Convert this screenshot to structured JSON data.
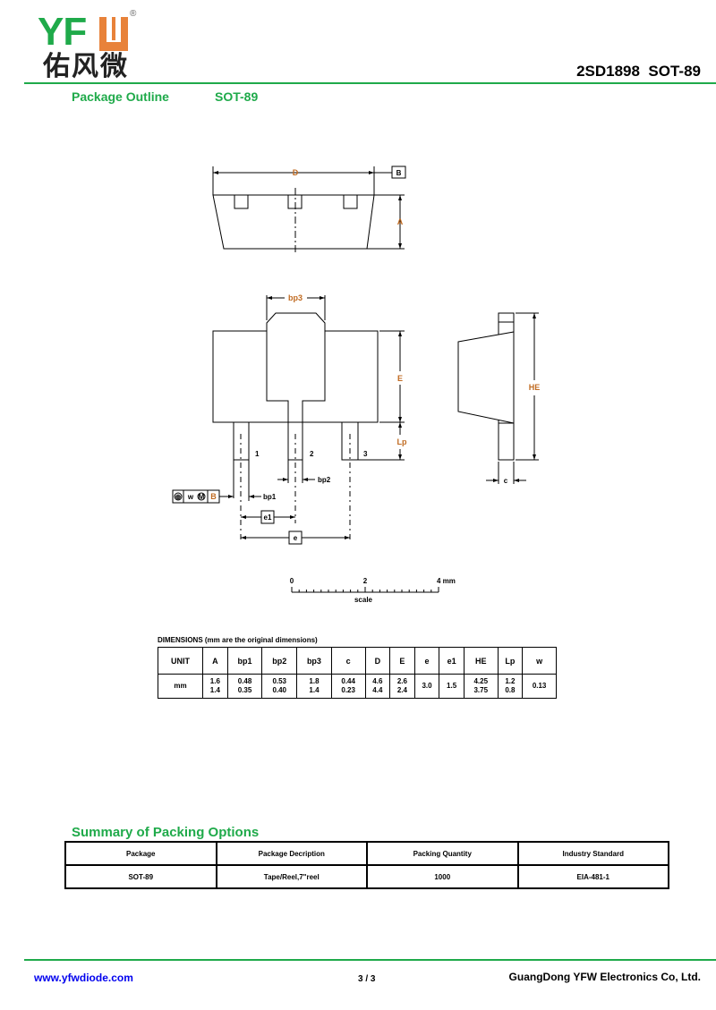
{
  "header": {
    "logo_letters": "YF",
    "logo_chinese": "佑风微",
    "registered": "®",
    "part_title": "2SD1898  SOT-89",
    "section_label": "Package Outline",
    "package_name": "SOT-89"
  },
  "colors": {
    "brand_green": "#1faa4a",
    "brand_orange": "#e8823a",
    "label_orange": "#c06a20"
  },
  "drawing": {
    "top_view": {
      "D": "D",
      "A": "A",
      "datum": "B"
    },
    "front_view": {
      "bp3": "bp3",
      "E": "E",
      "Lp": "Lp",
      "pin1": "1",
      "pin2": "2",
      "pin3": "3",
      "bp2": "bp2",
      "bp1": "bp1",
      "e1": "e1",
      "e": "e",
      "tolerance": {
        "symbol": "⊕",
        "w": "w",
        "m": "M",
        "datum": "B"
      }
    },
    "side_view": {
      "HE": "HE",
      "c": "c"
    },
    "scale": {
      "min": "0",
      "mid": "2",
      "max": "4 mm",
      "label": "scale"
    }
  },
  "dimensions": {
    "caption": "DIMENSIONS (mm are the original dimensions)",
    "headers": [
      "UNIT",
      "A",
      "bp1",
      "bp2",
      "bp3",
      "c",
      "D",
      "E",
      "e",
      "e1",
      "HE",
      "Lp",
      "w"
    ],
    "row": {
      "unit": "mm",
      "values": [
        [
          "1.6",
          "1.4"
        ],
        [
          "0.48",
          "0.35"
        ],
        [
          "0.53",
          "0.40"
        ],
        [
          "1.8",
          "1.4"
        ],
        [
          "0.44",
          "0.23"
        ],
        [
          "4.6",
          "4.4"
        ],
        [
          "2.6",
          "2.4"
        ],
        [
          "3.0"
        ],
        [
          "1.5"
        ],
        [
          "4.25",
          "3.75"
        ],
        [
          "1.2",
          "0.8"
        ],
        [
          "0.13"
        ]
      ]
    }
  },
  "packing": {
    "title": "Summary of Packing Options",
    "headers": [
      "Package",
      "Package Decription",
      "Packing Quantity",
      "Industry Standard"
    ],
    "row": [
      "SOT-89",
      "Tape/Reel,7\"reel",
      "1000",
      "EIA-481-1"
    ]
  },
  "footer": {
    "website": "www.yfwdiode.com",
    "page": "3 / 3",
    "company": "GuangDong YFW Electronics Co, Ltd."
  }
}
